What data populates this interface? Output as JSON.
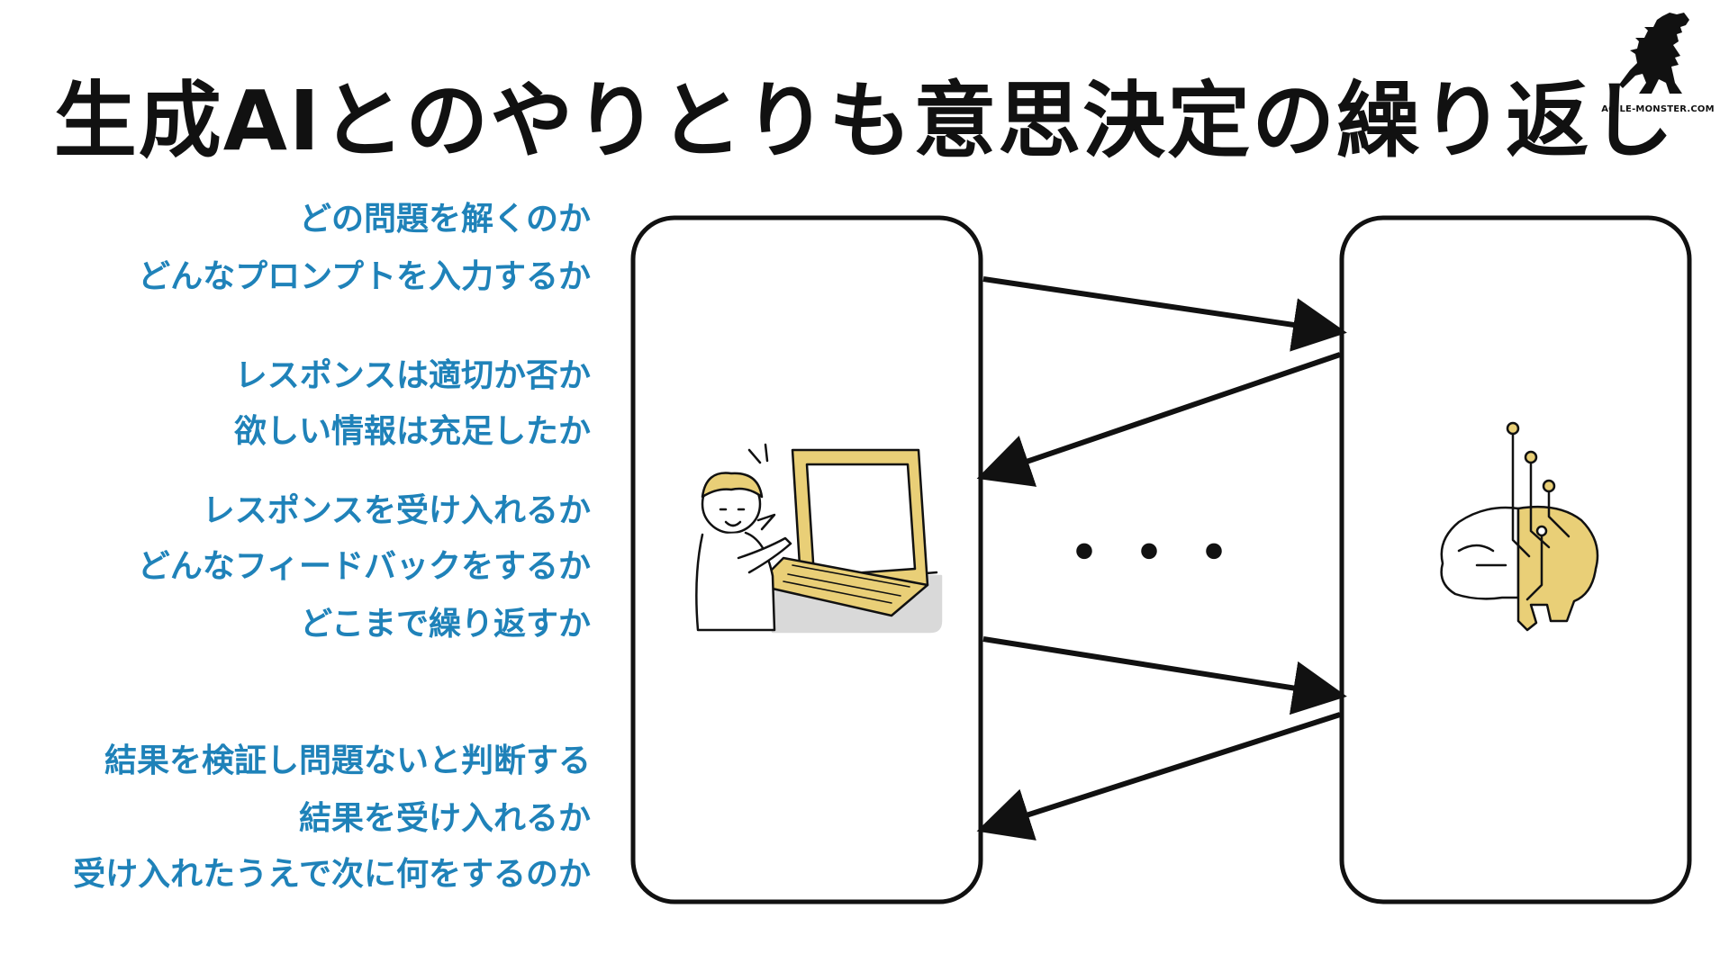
{
  "header": {
    "title": "生成AIとのやりとりも意思決定の繰り返し",
    "logo_text": "AGILE-MONSTER.COM",
    "logo_icon": "monster-icon"
  },
  "questions": [
    {
      "lines": [
        "どの問題を解くのか",
        "どんなプロンプトを入力するか"
      ]
    },
    {
      "lines": [
        "レスポンスは適切か否か",
        "欲しい情報は充足したか"
      ]
    },
    {
      "lines": [
        "レスポンスを受け入れるか",
        "どんなフィードバックをするか",
        "どこまで繰り返すか"
      ]
    },
    {
      "lines": [
        "結果を検証し問題ないと判断する",
        "結果を受け入れるか",
        "受け入れたうえで次に何をするのか"
      ]
    }
  ],
  "diagram": {
    "left_box_icon": "person-at-laptop-icon",
    "right_box_icon": "ai-brain-icon",
    "ellipsis": "・・・",
    "colors": {
      "question_text": "#1f82b9",
      "accent": "#e9cf77",
      "stroke": "#111111"
    }
  }
}
